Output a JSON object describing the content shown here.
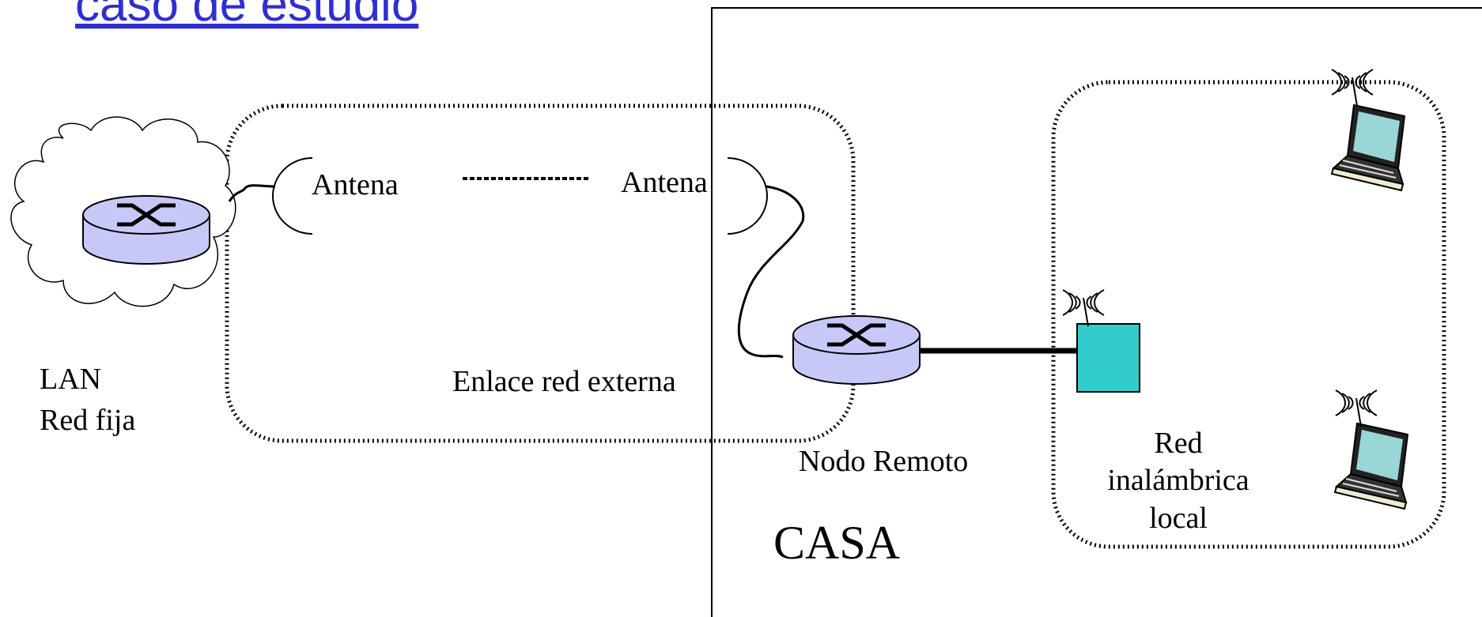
{
  "title": "caso de estudio",
  "labels": {
    "lan_line1": "LAN",
    "lan_line2": "Red fija",
    "antenna_left": "Antena",
    "antenna_right": "Antena",
    "external_link": "Enlace red externa",
    "remote_node": "Nodo Remoto",
    "house": "CASA",
    "wlan_line1": "Red",
    "wlan_line2": "inalámbrica",
    "wlan_line3": "local"
  },
  "colors": {
    "title_link": "#2f2fd0",
    "router_body": "#c8c8f8",
    "access_point": "#33cccc",
    "laptop_screen": "#99d6d6"
  },
  "icons": [
    "cloud-icon",
    "router-icon",
    "antenna-icon",
    "access-point-icon",
    "laptop-icon",
    "wireless-signal-icon"
  ]
}
